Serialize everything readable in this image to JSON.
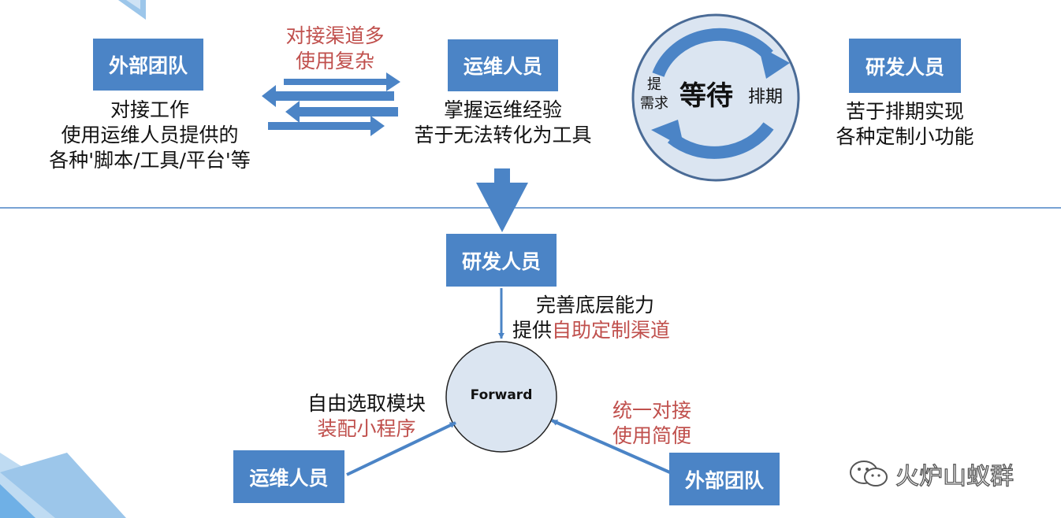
{
  "colors": {
    "box_fill": "#4b84c6",
    "arrow": "#4b84c6",
    "highlight_text": "#c0504d",
    "circle_fill": "#dbe5f1",
    "circle_stroke": "#4a6b96",
    "divider": "#4b84c6"
  },
  "top": {
    "external_team": {
      "label": "外部团队",
      "desc": [
        "对接工作",
        "使用运维人员提供的",
        "各种'脚本/工具/平台'等"
      ]
    },
    "channel_note": [
      "对接渠道多",
      "使用复杂"
    ],
    "ops": {
      "label": "运维人员",
      "desc": [
        "掌握运维经验",
        "苦于无法转化为工具"
      ]
    },
    "cycle": {
      "left_label": [
        "提",
        "需求"
      ],
      "center_label": "等待",
      "right_label": "排期"
    },
    "dev": {
      "label": "研发人员",
      "desc": [
        "苦于排期实现",
        "各种定制小功能"
      ]
    }
  },
  "bottom": {
    "dev": {
      "label": "研发人员"
    },
    "dev_note": {
      "line1": "完善底层能力",
      "line2_prefix": "提供",
      "line2_highlight": "自助定制渠道"
    },
    "hub": {
      "label": "Forward"
    },
    "ops": {
      "label": "运维人员"
    },
    "ops_note": {
      "line1": "自由选取模块",
      "line2": "装配小程序"
    },
    "external_team": {
      "label": "外部团队"
    },
    "ext_note": [
      "统一对接",
      "使用简便"
    ]
  },
  "watermark": {
    "text": "火炉山蚁群"
  }
}
